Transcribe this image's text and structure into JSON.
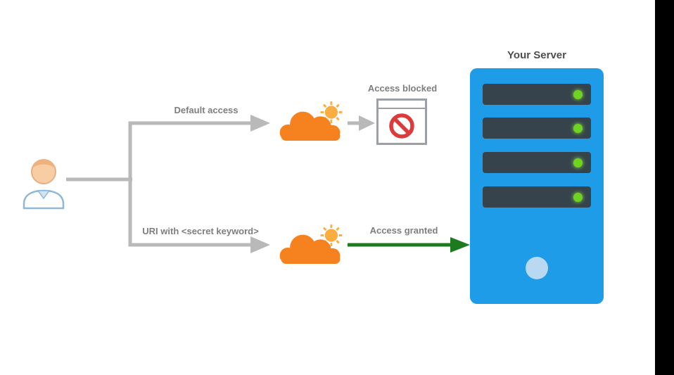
{
  "labels": {
    "server_title": "Your Server",
    "default_access": "Default access",
    "secret_uri": "URI with <secret keyword>",
    "access_blocked": "Access blocked",
    "access_granted": "Access granted"
  },
  "diagram": {
    "type": "flow",
    "actor": "user",
    "paths": [
      {
        "label": "Default access",
        "via": "cloudflare",
        "result": "Access blocked"
      },
      {
        "label": "URI with <secret keyword>",
        "via": "cloudflare",
        "result": "Access granted",
        "target": "Your Server"
      }
    ],
    "server": {
      "rack_units": 4,
      "led_color": "green",
      "power_button": true
    }
  },
  "colors": {
    "arrow_gray": "#b9b9b9",
    "arrow_green": "#1e7a1e",
    "label_gray": "#7e7e7e",
    "title_gray": "#4d4d4d",
    "server_blue": "#1e9ce8",
    "slat_dark": "#36434c",
    "led_green": "#6fd31f",
    "power_blue": "#b9d9f2",
    "cloud_orange": "#f6821f",
    "cloud_light": "#fbad41",
    "blocked_red": "#dd3b3b",
    "window_border": "#9aa0a6",
    "skin": "#f9cda4",
    "person_outline": "#8fb8d8",
    "right_bar": "#000000"
  }
}
